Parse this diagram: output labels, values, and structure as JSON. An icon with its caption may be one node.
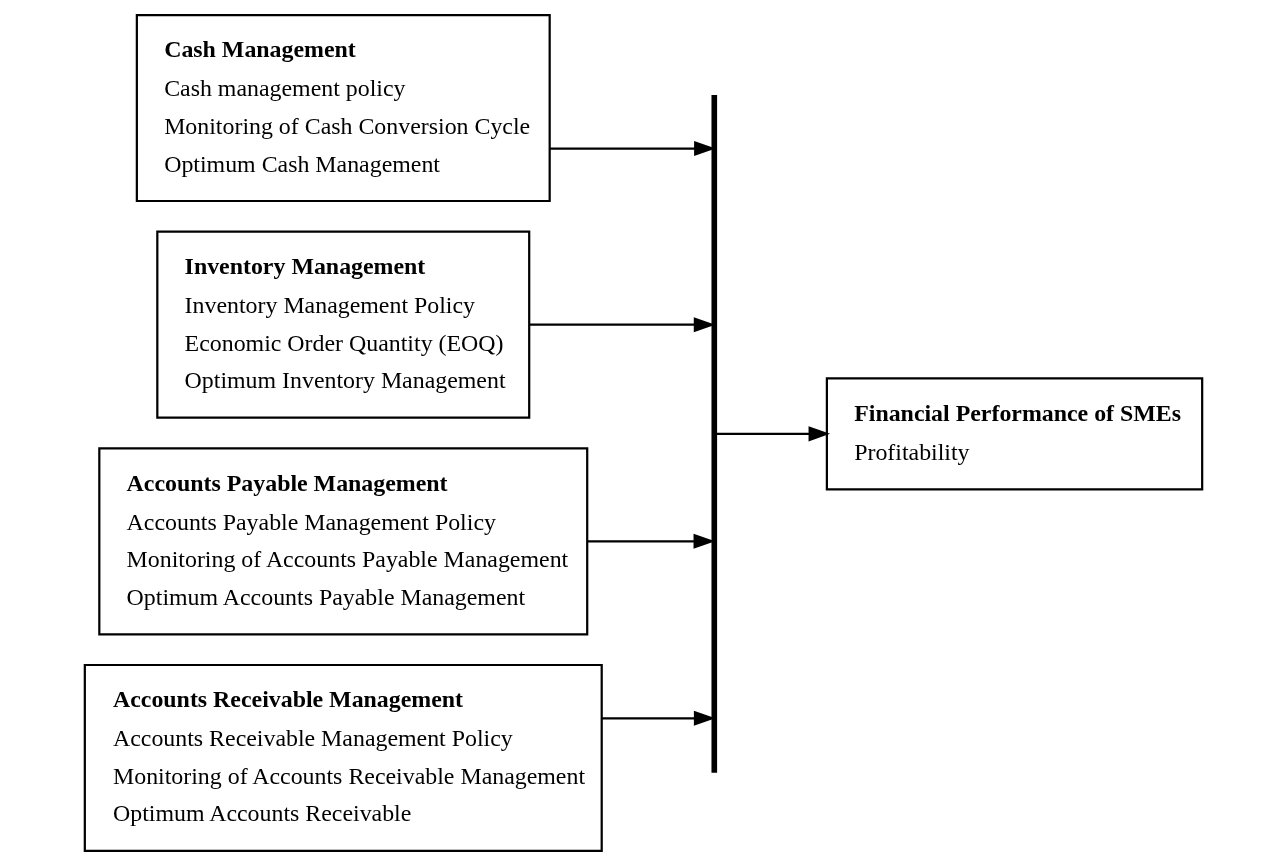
{
  "diagram": {
    "nodes": [
      {
        "text": [
          "Cash Management",
          "Cash management policy",
          "Monitoring of Cash Conversion Cycle",
          "Optimum Cash Management"
        ]
      },
      {
        "text": [
          "Inventory Management",
          "Inventory Management Policy",
          "Economic Order Quantity (EOQ)",
          "Optimum Inventory Management"
        ]
      },
      {
        "text": [
          "Accounts Payable Management",
          "Accounts Payable Management Policy",
          "Monitoring of Accounts Payable Management",
          "Optimum Accounts Payable Management"
        ]
      },
      {
        "text": [
          "Accounts Receivable Management",
          "Accounts Receivable Management Policy",
          "Monitoring of Accounts Receivable Management",
          "Optimum Accounts Receivable"
        ]
      },
      {
        "text": [],
        "shape": "bar"
      },
      {
        "text": [
          "Financial Performance of SMEs",
          "Profitability"
        ]
      }
    ],
    "edges": [
      {
        "from": 0,
        "to": 4,
        "arrow": "to"
      },
      {
        "from": 1,
        "to": 4,
        "arrow": "to"
      },
      {
        "from": 2,
        "to": 4,
        "arrow": "to"
      },
      {
        "from": 3,
        "to": 4,
        "arrow": "to"
      },
      {
        "from": 4,
        "to": 5,
        "arrow": "to"
      }
    ]
  }
}
